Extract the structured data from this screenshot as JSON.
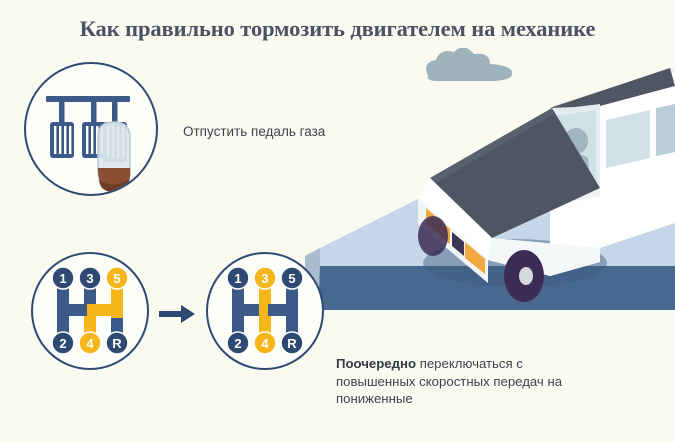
{
  "page": {
    "title": "Как правильно тормозить двигателем на механике",
    "background_color": "#fbfaf1",
    "title_color": "#4c5263"
  },
  "palette": {
    "blue_dark": "#2e4a72",
    "blue_mid": "#3c5a87",
    "yellow": "#f5b61a",
    "car_body": "#ffffff",
    "car_roof": "#4f5563",
    "car_glass": "#cfe0e6",
    "road_top": "#c5d6e8",
    "road_front": "#47688f",
    "road_side": "#a9bccd",
    "cloud": "#9fb3bd",
    "headlight": "#f2a83c",
    "wheel": "#3b2b55",
    "shoe": "#8a4f32"
  },
  "steps": [
    {
      "id": "step-pedal",
      "icon_name": "pedals-icon",
      "caption": "Отпустить педаль газа",
      "caption_bold_prefix": ""
    },
    {
      "id": "step-gearshift",
      "icon_name": "gear-shift-icon",
      "caption_bold_prefix": "Поочередно",
      "caption_rest": " переключаться с повышенных скоростных передач на пониженные"
    }
  ],
  "pedals": {
    "count": 3,
    "labels": [
      "clutch-pedal",
      "brake-pedal",
      "accelerator-pedal"
    ],
    "foot_on": "accelerator-pedal"
  },
  "gear_diagram_1": {
    "name": "gear-pattern-high",
    "gears": [
      {
        "label": "1",
        "position": "top-left",
        "color": "blue"
      },
      {
        "label": "3",
        "position": "top-center",
        "color": "blue"
      },
      {
        "label": "5",
        "position": "top-right",
        "color": "yellow"
      },
      {
        "label": "2",
        "position": "bottom-left",
        "color": "blue"
      },
      {
        "label": "4",
        "position": "bottom-center",
        "color": "yellow"
      },
      {
        "label": "R",
        "position": "bottom-right",
        "color": "blue"
      }
    ],
    "active_gear": "5"
  },
  "gear_diagram_2": {
    "name": "gear-pattern-low",
    "gears": [
      {
        "label": "1",
        "position": "top-left",
        "color": "blue"
      },
      {
        "label": "3",
        "position": "top-center",
        "color": "yellow"
      },
      {
        "label": "5",
        "position": "top-right",
        "color": "blue"
      },
      {
        "label": "2",
        "position": "bottom-left",
        "color": "blue"
      },
      {
        "label": "4",
        "position": "bottom-center",
        "color": "yellow"
      },
      {
        "label": "R",
        "position": "bottom-right",
        "color": "blue"
      }
    ],
    "active_gear": "3"
  },
  "arrow": {
    "name": "arrow-right-icon",
    "direction": "right",
    "color": "#2e4a72"
  },
  "scene": {
    "car_name": "car-illustration",
    "road_name": "road-slab",
    "cloud_name": "cloud-shape",
    "driver_name": "driver-silhouette"
  },
  "gear_labels": {
    "g1": "1",
    "g2": "2",
    "g3": "3",
    "g4": "4",
    "g5": "5",
    "gR": "R"
  }
}
